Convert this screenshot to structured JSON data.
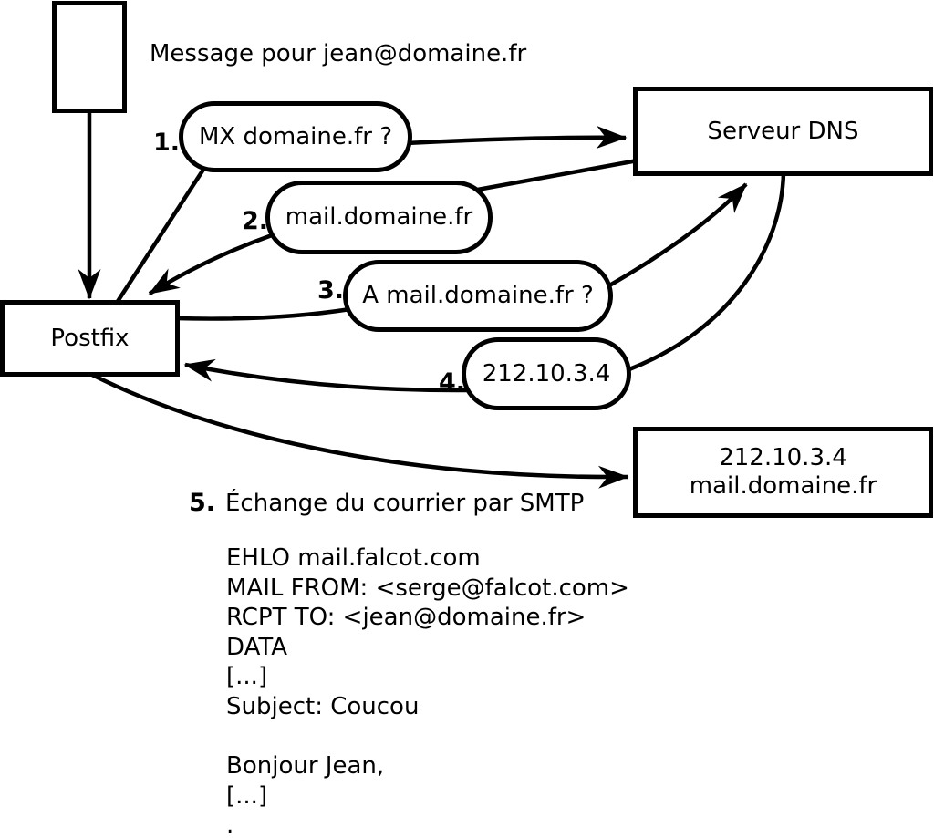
{
  "colors": {
    "background": "#ffffff",
    "stroke": "#000000"
  },
  "note": {
    "text": "Message pour jean@domaine.fr"
  },
  "nodes": {
    "postfix": {
      "label": "Postfix"
    },
    "dns": {
      "label": "Serveur DNS"
    },
    "mail_server": {
      "line1": "212.10.3.4",
      "line2": "mail.domaine.fr"
    }
  },
  "steps": [
    {
      "number": "1.",
      "label": "MX domaine.fr ?"
    },
    {
      "number": "2.",
      "label": "mail.domaine.fr"
    },
    {
      "number": "3.",
      "label": "A mail.domaine.fr ?"
    },
    {
      "number": "4.",
      "label": "212.10.3.4"
    },
    {
      "number": "5.",
      "label": "Échange du courrier par SMTP"
    }
  ],
  "smtp_session": {
    "lines": [
      "EHLO mail.falcot.com",
      "MAIL FROM: <serge@falcot.com>",
      "RCPT TO: <jean@domaine.fr>",
      "DATA",
      "[...]",
      "Subject: Coucou",
      "",
      "Bonjour Jean,",
      "[...]",
      "."
    ]
  }
}
